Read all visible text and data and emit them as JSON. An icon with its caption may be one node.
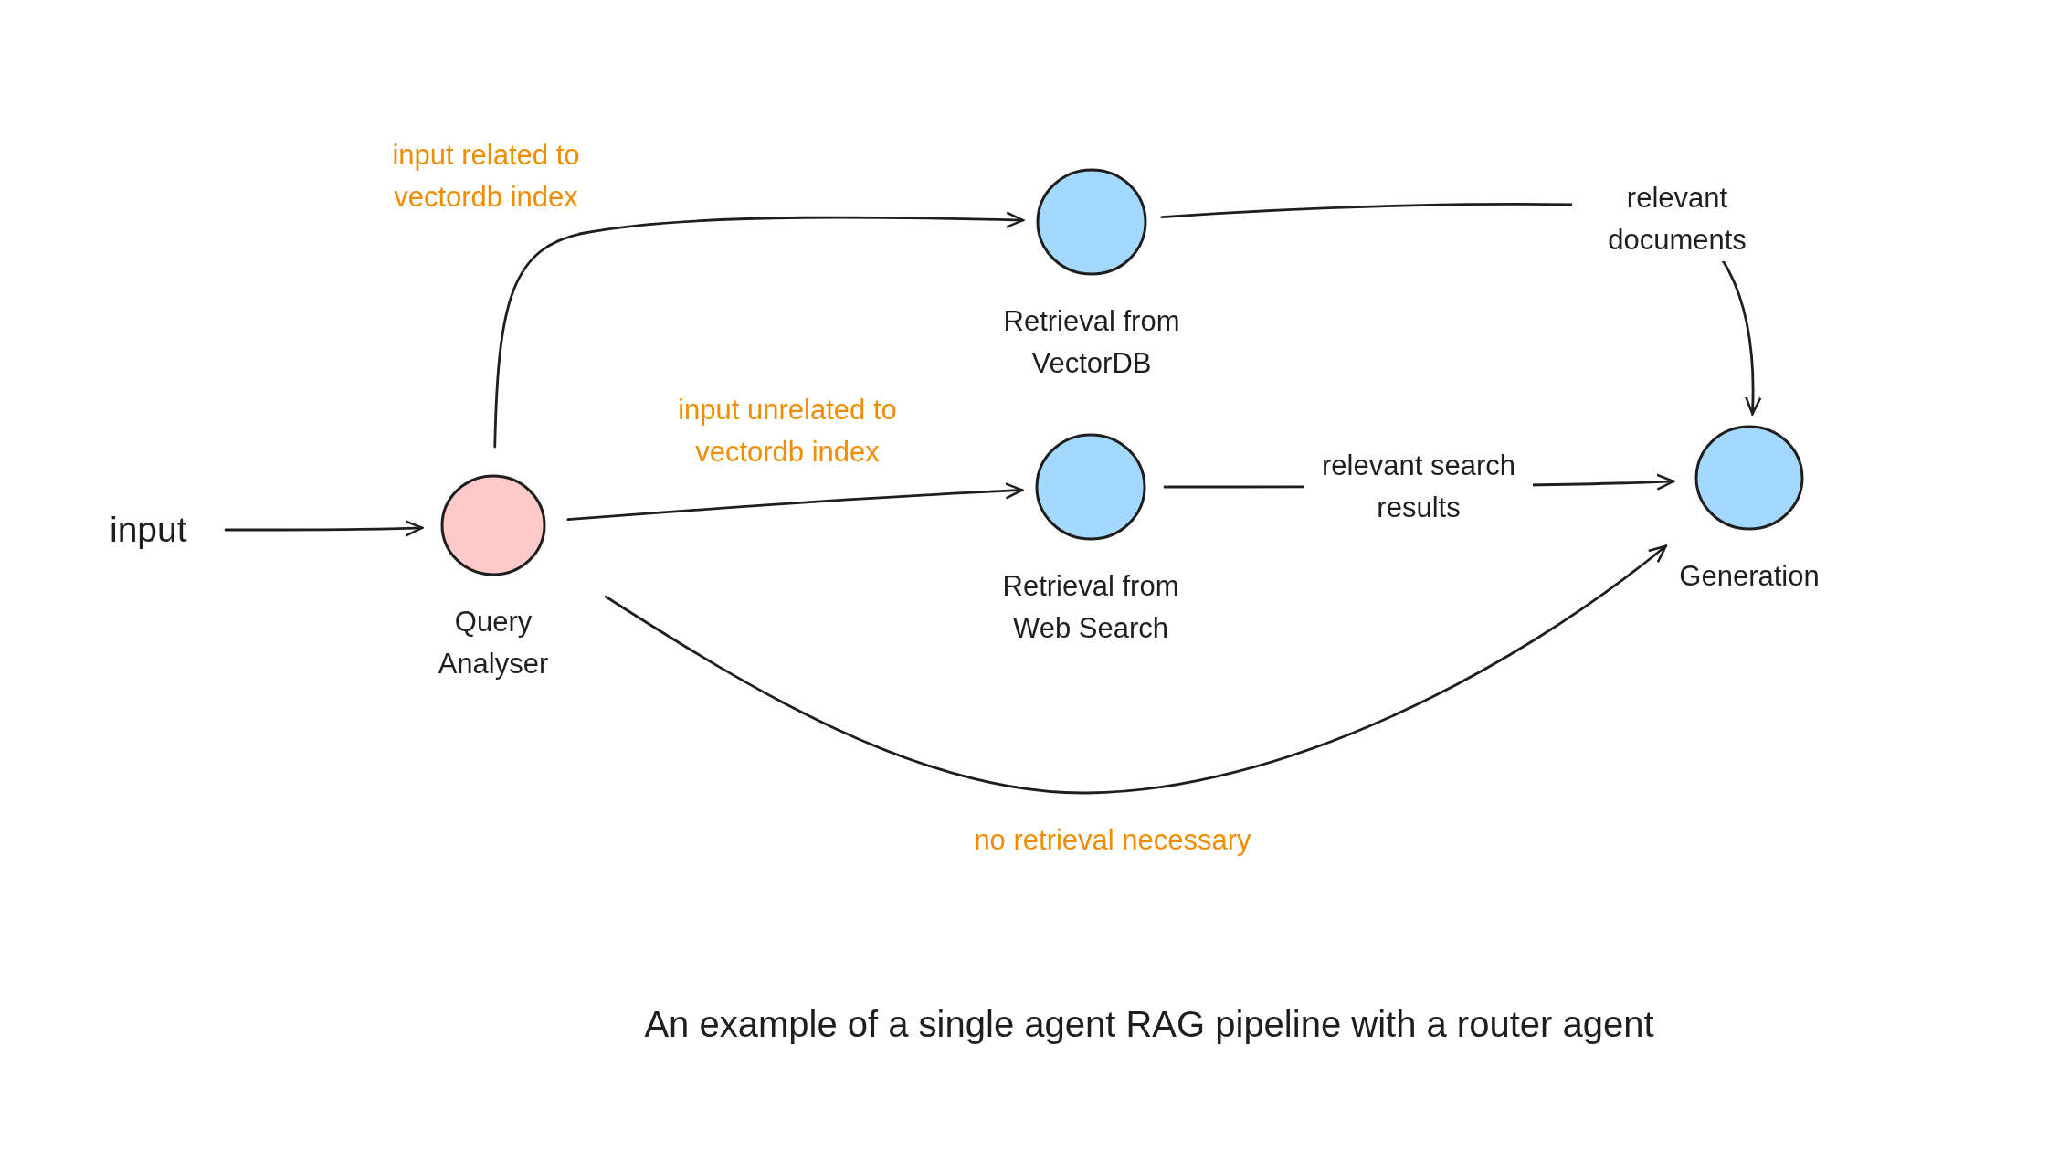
{
  "diagram": {
    "caption": "An example of a single agent RAG pipeline with a router agent",
    "nodes": [
      {
        "text": [
          "input"
        ]
      },
      {
        "text": [
          "Query Analyser"
        ]
      },
      {
        "text": [
          "Retrieval from VectorDB"
        ]
      },
      {
        "text": [
          "Retrieval from Web Search"
        ]
      },
      {
        "text": [
          "Generation"
        ]
      }
    ],
    "edges": [
      {
        "from": 0,
        "to": 1,
        "arrow": "to"
      },
      {
        "from": 1,
        "to": 2,
        "arrow": "to",
        "label": "input related to vectordb index"
      },
      {
        "from": 1,
        "to": 3,
        "arrow": "to",
        "label": "input unrelated to vectordb index"
      },
      {
        "from": 1,
        "to": 4,
        "arrow": "to",
        "label": "no retrieval necessary"
      },
      {
        "from": 2,
        "to": 4,
        "arrow": "to",
        "label": "relevant documents"
      },
      {
        "from": 3,
        "to": 4,
        "arrow": "to",
        "label": "relevant search results"
      }
    ]
  }
}
